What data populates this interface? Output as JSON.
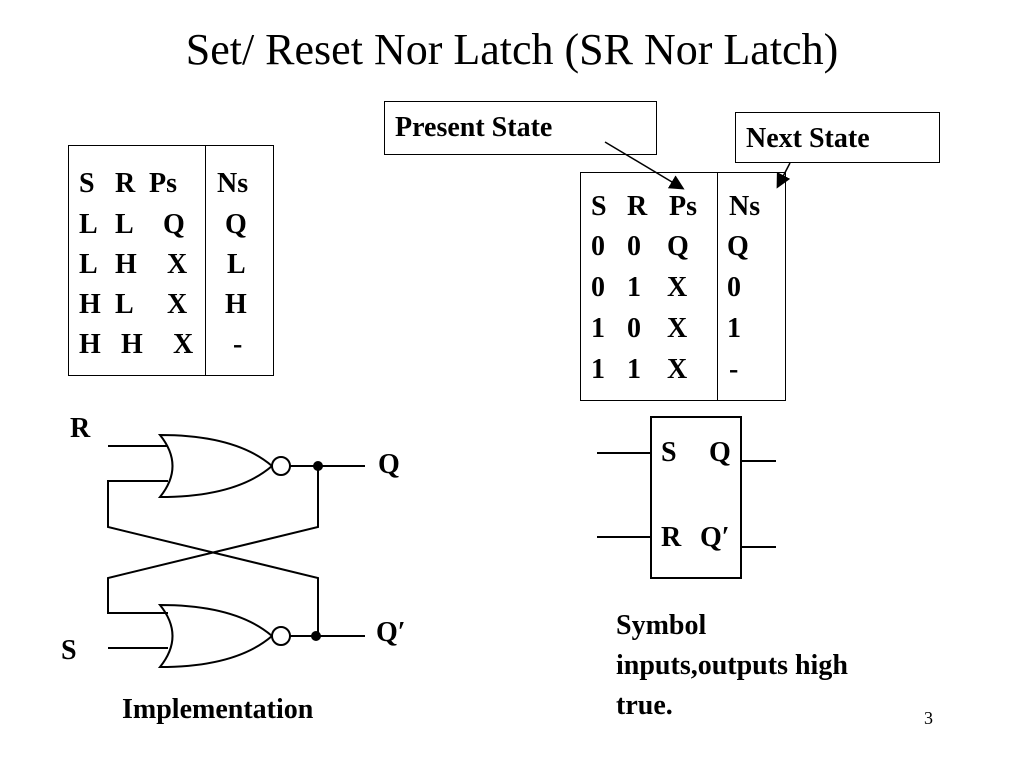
{
  "title": "Set/ Reset Nor Latch  (SR Nor Latch)",
  "table_left": {
    "header": {
      "s": "S",
      "r": "R",
      "ps": "Ps",
      "ns": "Ns"
    },
    "rows": [
      {
        "s": "L",
        "r": "L",
        "ps": "Q",
        "ns": "Q"
      },
      {
        "s": "L",
        "r": "H",
        "ps": "X",
        "ns": "L"
      },
      {
        "s": "H",
        "r": "L",
        "ps": "X",
        "ns": "H"
      },
      {
        "s": "H",
        "r": "H",
        "ps": "X",
        "ns": "-"
      }
    ]
  },
  "table_right": {
    "header": {
      "s": "S",
      "r": "R",
      "ps": "Ps",
      "ns": "Ns"
    },
    "rows": [
      {
        "s": "0",
        "r": "0",
        "ps": "Q",
        "ns": "Q"
      },
      {
        "s": "0",
        "r": "1",
        "ps": "X",
        "ns": "0"
      },
      {
        "s": "1",
        "r": "0",
        "ps": "X",
        "ns": "1"
      },
      {
        "s": "1",
        "r": "1",
        "ps": "X",
        "ns": "-"
      }
    ]
  },
  "callouts": {
    "present_state": "Present State",
    "next_state": "Next State"
  },
  "circuit": {
    "input_r": "R",
    "input_s": "S",
    "output_q": "Q",
    "output_qbar": "Q′",
    "caption": "Implementation"
  },
  "symbol": {
    "pin_s": "S",
    "pin_q": "Q",
    "pin_r": "R",
    "pin_qbar": "Q′",
    "caption_line1": "Symbol",
    "caption_line2": "inputs,outputs high",
    "caption_line3": "true."
  },
  "page_number": "3"
}
